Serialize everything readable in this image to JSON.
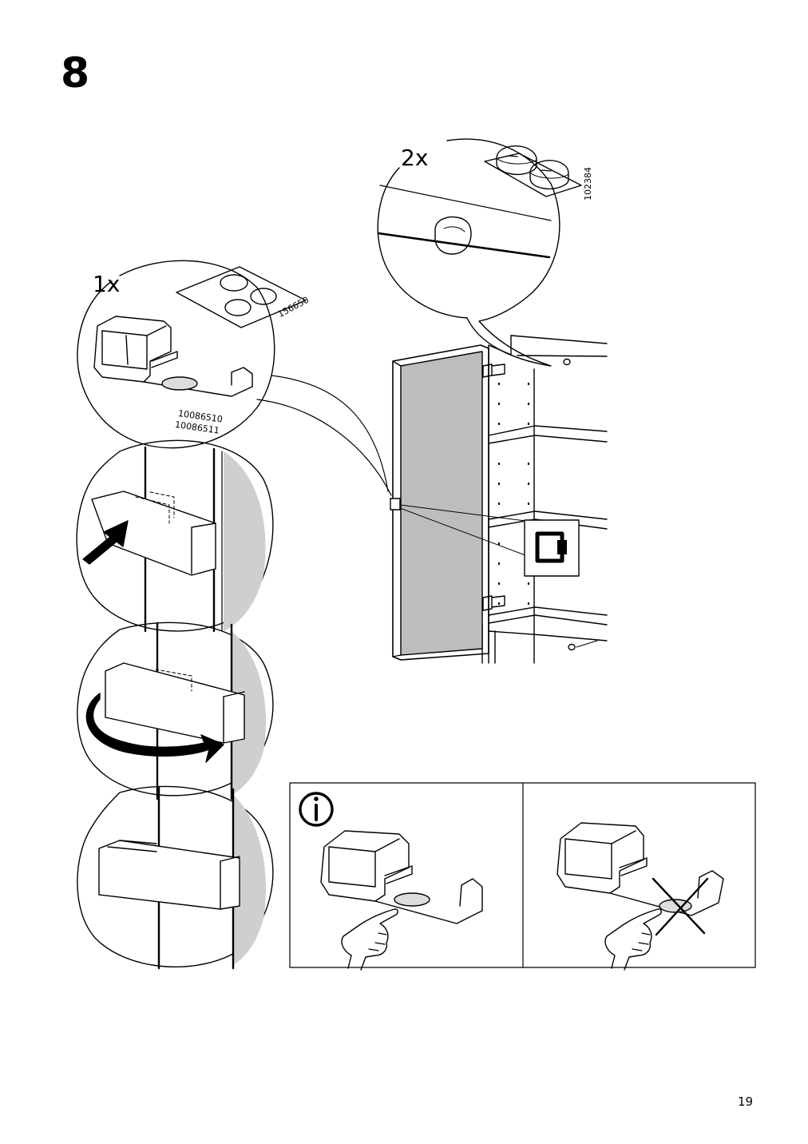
{
  "step": {
    "number": "8"
  },
  "detail_pads": {
    "quantity": "2x",
    "part_number": "102384"
  },
  "detail_catch": {
    "quantity": "1x",
    "pad_part_number": "156650",
    "catch_part_numbers": [
      "10086510",
      "10086511"
    ]
  },
  "info_panel": {
    "icon": "info-icon"
  },
  "page": {
    "number": "19"
  }
}
